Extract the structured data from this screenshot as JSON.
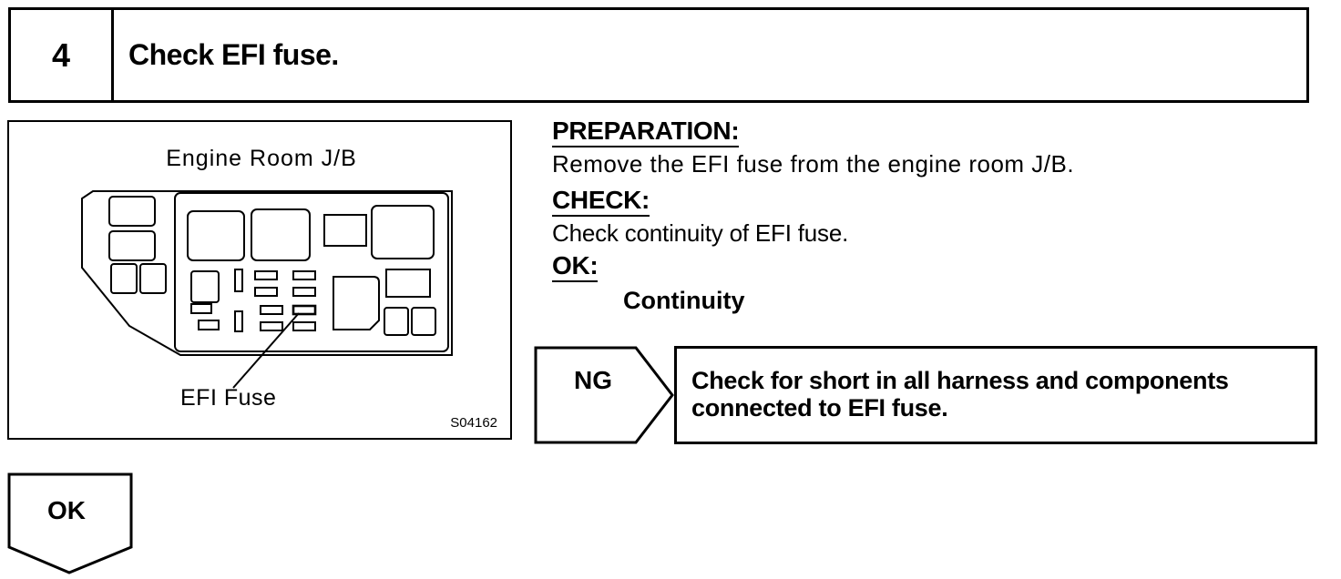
{
  "step": {
    "number": "4",
    "title": "Check EFI fuse."
  },
  "figure": {
    "title": "Engine Room J/B",
    "callout_label": "EFI Fuse",
    "code": "S04162"
  },
  "instructions": {
    "preparation_heading": "PREPARATION:",
    "preparation_text": "Remove the EFI fuse from the engine room J/B.",
    "check_heading": "CHECK:",
    "check_text": "Check continuity of EFI fuse.",
    "ok_heading": "OK:",
    "ok_value": "Continuity"
  },
  "flow": {
    "ng_label": "NG",
    "ng_result_line1": "Check for short in all harness and components",
    "ng_result_line2": "connected to EFI fuse.",
    "ok_label": "OK"
  }
}
